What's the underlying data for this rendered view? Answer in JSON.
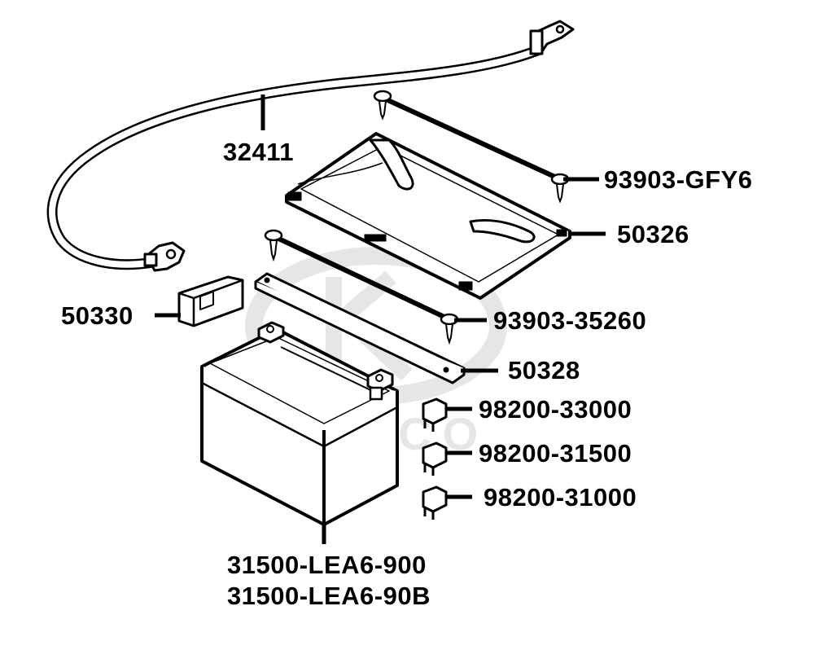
{
  "watermark": {
    "brand": "KYMCO"
  },
  "parts": {
    "cable": "32411",
    "screw_upper": "93903-GFY6",
    "cover": "50326",
    "cushion": "50330",
    "screw_lower": "93903-35260",
    "strap": "50328",
    "fuse_30a": "98200-33000",
    "fuse_15a": "98200-31500",
    "fuse_10a": "98200-31000",
    "battery_a": "31500-LEA6-900",
    "battery_b": "31500-LEA6-90B"
  },
  "colors": {
    "ink": "#000000",
    "watermark": "#e6e6e6",
    "paper": "#ffffff"
  }
}
